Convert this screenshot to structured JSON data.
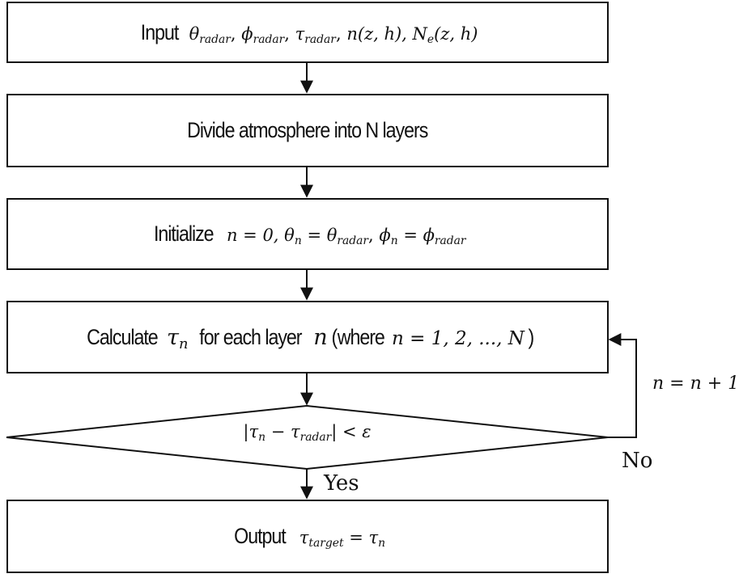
{
  "steps": {
    "input": {
      "label": "Input",
      "vars": [
        {
          "sym": "θ",
          "sub": "radar",
          "sep": ","
        },
        {
          "sym": "ϕ",
          "sub": "radar",
          "sep": ","
        },
        {
          "sym": "τ",
          "sub": "radar",
          "sep": ","
        }
      ],
      "fn_n": "n(z, h),",
      "fn_N": "N",
      "fn_N_sub": "e",
      "fn_N_args": "(z, h)"
    },
    "divide": {
      "label": "Divide atmosphere into N layers"
    },
    "initialize": {
      "label": "Initialize",
      "eq1": "n = 0,",
      "theta": "θ",
      "theta_sub": "n",
      "eq2_mid": " = θ",
      "theta_r_sub": "radar",
      "comma": ", ",
      "phi": "ϕ",
      "phi_sub": "n",
      "eq3_mid": " = ϕ",
      "phi_r_sub": "radar"
    },
    "calculate": {
      "label": "Calculate",
      "tau": "τ",
      "tau_sub": "n",
      "mid": "for each layer",
      "n": "n",
      "paren_open": "(",
      "where": "where",
      "cond": "n = 1, 2, ..., N",
      "paren_close": ")"
    },
    "check": {
      "lhs": "|τ",
      "lhs_sub": "n",
      "mid": " − τ",
      "mid_sub": "radar",
      "rhs": "| < ε"
    },
    "output": {
      "label": "Output",
      "tau": "τ",
      "tau_sub": "target",
      "eq": " = τ",
      "eq_sub": "n"
    }
  },
  "edges": {
    "yes": "Yes",
    "no": "No",
    "increment": "n = n + 1"
  }
}
